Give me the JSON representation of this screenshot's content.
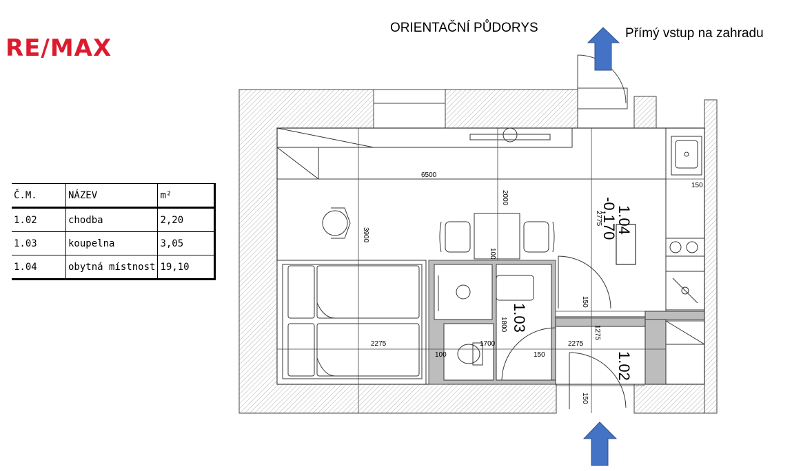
{
  "logo": "RE/MAX",
  "title": "ORIENTAČNÍ PŮDORYS",
  "garden_label": "Přímý vstup na zahradu",
  "table": {
    "headers": [
      "Č.M.",
      "NÁZEV",
      "m²"
    ],
    "rows": [
      [
        "1.02",
        "chodba",
        "2,20"
      ],
      [
        "1.03",
        "koupelna",
        "3,05"
      ],
      [
        "1.04",
        "obytná místnost",
        "19,10"
      ]
    ]
  },
  "plan": {
    "rooms": {
      "r104": "1.04",
      "r104_level": "-0,170",
      "r103": "1.03",
      "r102": "1.02"
    },
    "dims": {
      "d6500": "6500",
      "d3900": "3900",
      "d2000": "2000",
      "d2775": "2775",
      "d150a": "150",
      "d100a": "100",
      "d150b": "150",
      "d1800": "1800",
      "d1275": "1275",
      "d1700": "1700",
      "d2275a": "2275",
      "d2275b": "2275",
      "d100b": "100",
      "d150c": "150",
      "d150d": "150"
    }
  },
  "colors": {
    "logo": "#dc1c2e",
    "arrow": "#4472c4"
  }
}
